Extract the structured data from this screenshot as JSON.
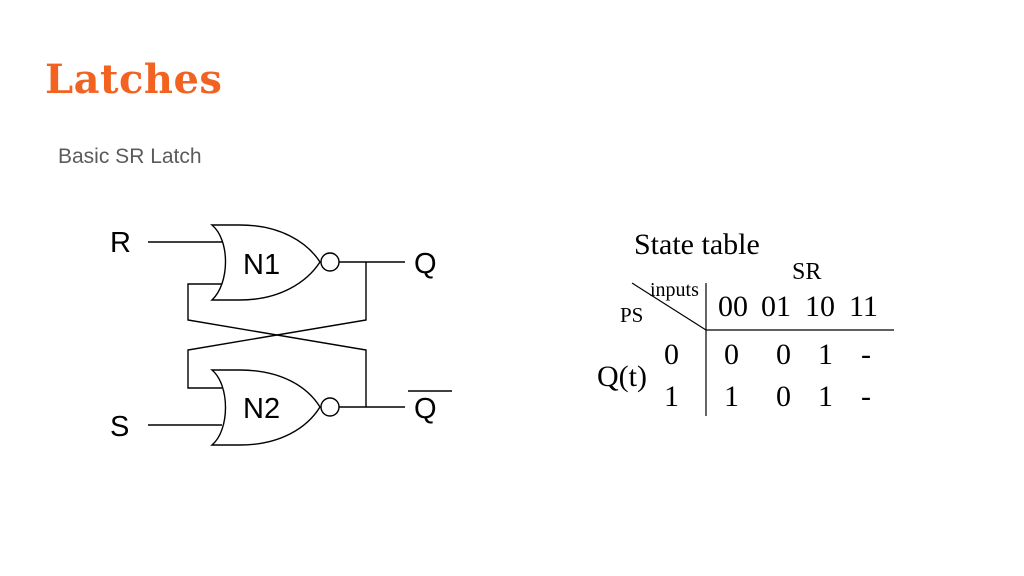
{
  "slide": {
    "title": "Latches",
    "subtitle": "Basic SR Latch"
  },
  "circuit": {
    "input_r": "R",
    "input_s": "S",
    "gate_1": "N1",
    "gate_2": "N2",
    "output_q": "Q",
    "output_q_bar": "Q"
  },
  "state_table": {
    "title": "State table",
    "column_group": "SR",
    "inputs_label": "inputs",
    "ps_label": "PS",
    "row_group": "Q(t)",
    "columns": [
      "00",
      "01",
      "10",
      "11"
    ],
    "rows": [
      {
        "ps": "0",
        "values": [
          "0",
          "0",
          "1",
          "-"
        ]
      },
      {
        "ps": "1",
        "values": [
          "1",
          "0",
          "1",
          "-"
        ]
      }
    ]
  },
  "colors": {
    "title": "#f26322",
    "subtitle": "#5b5b5b",
    "lines": "#000000"
  }
}
